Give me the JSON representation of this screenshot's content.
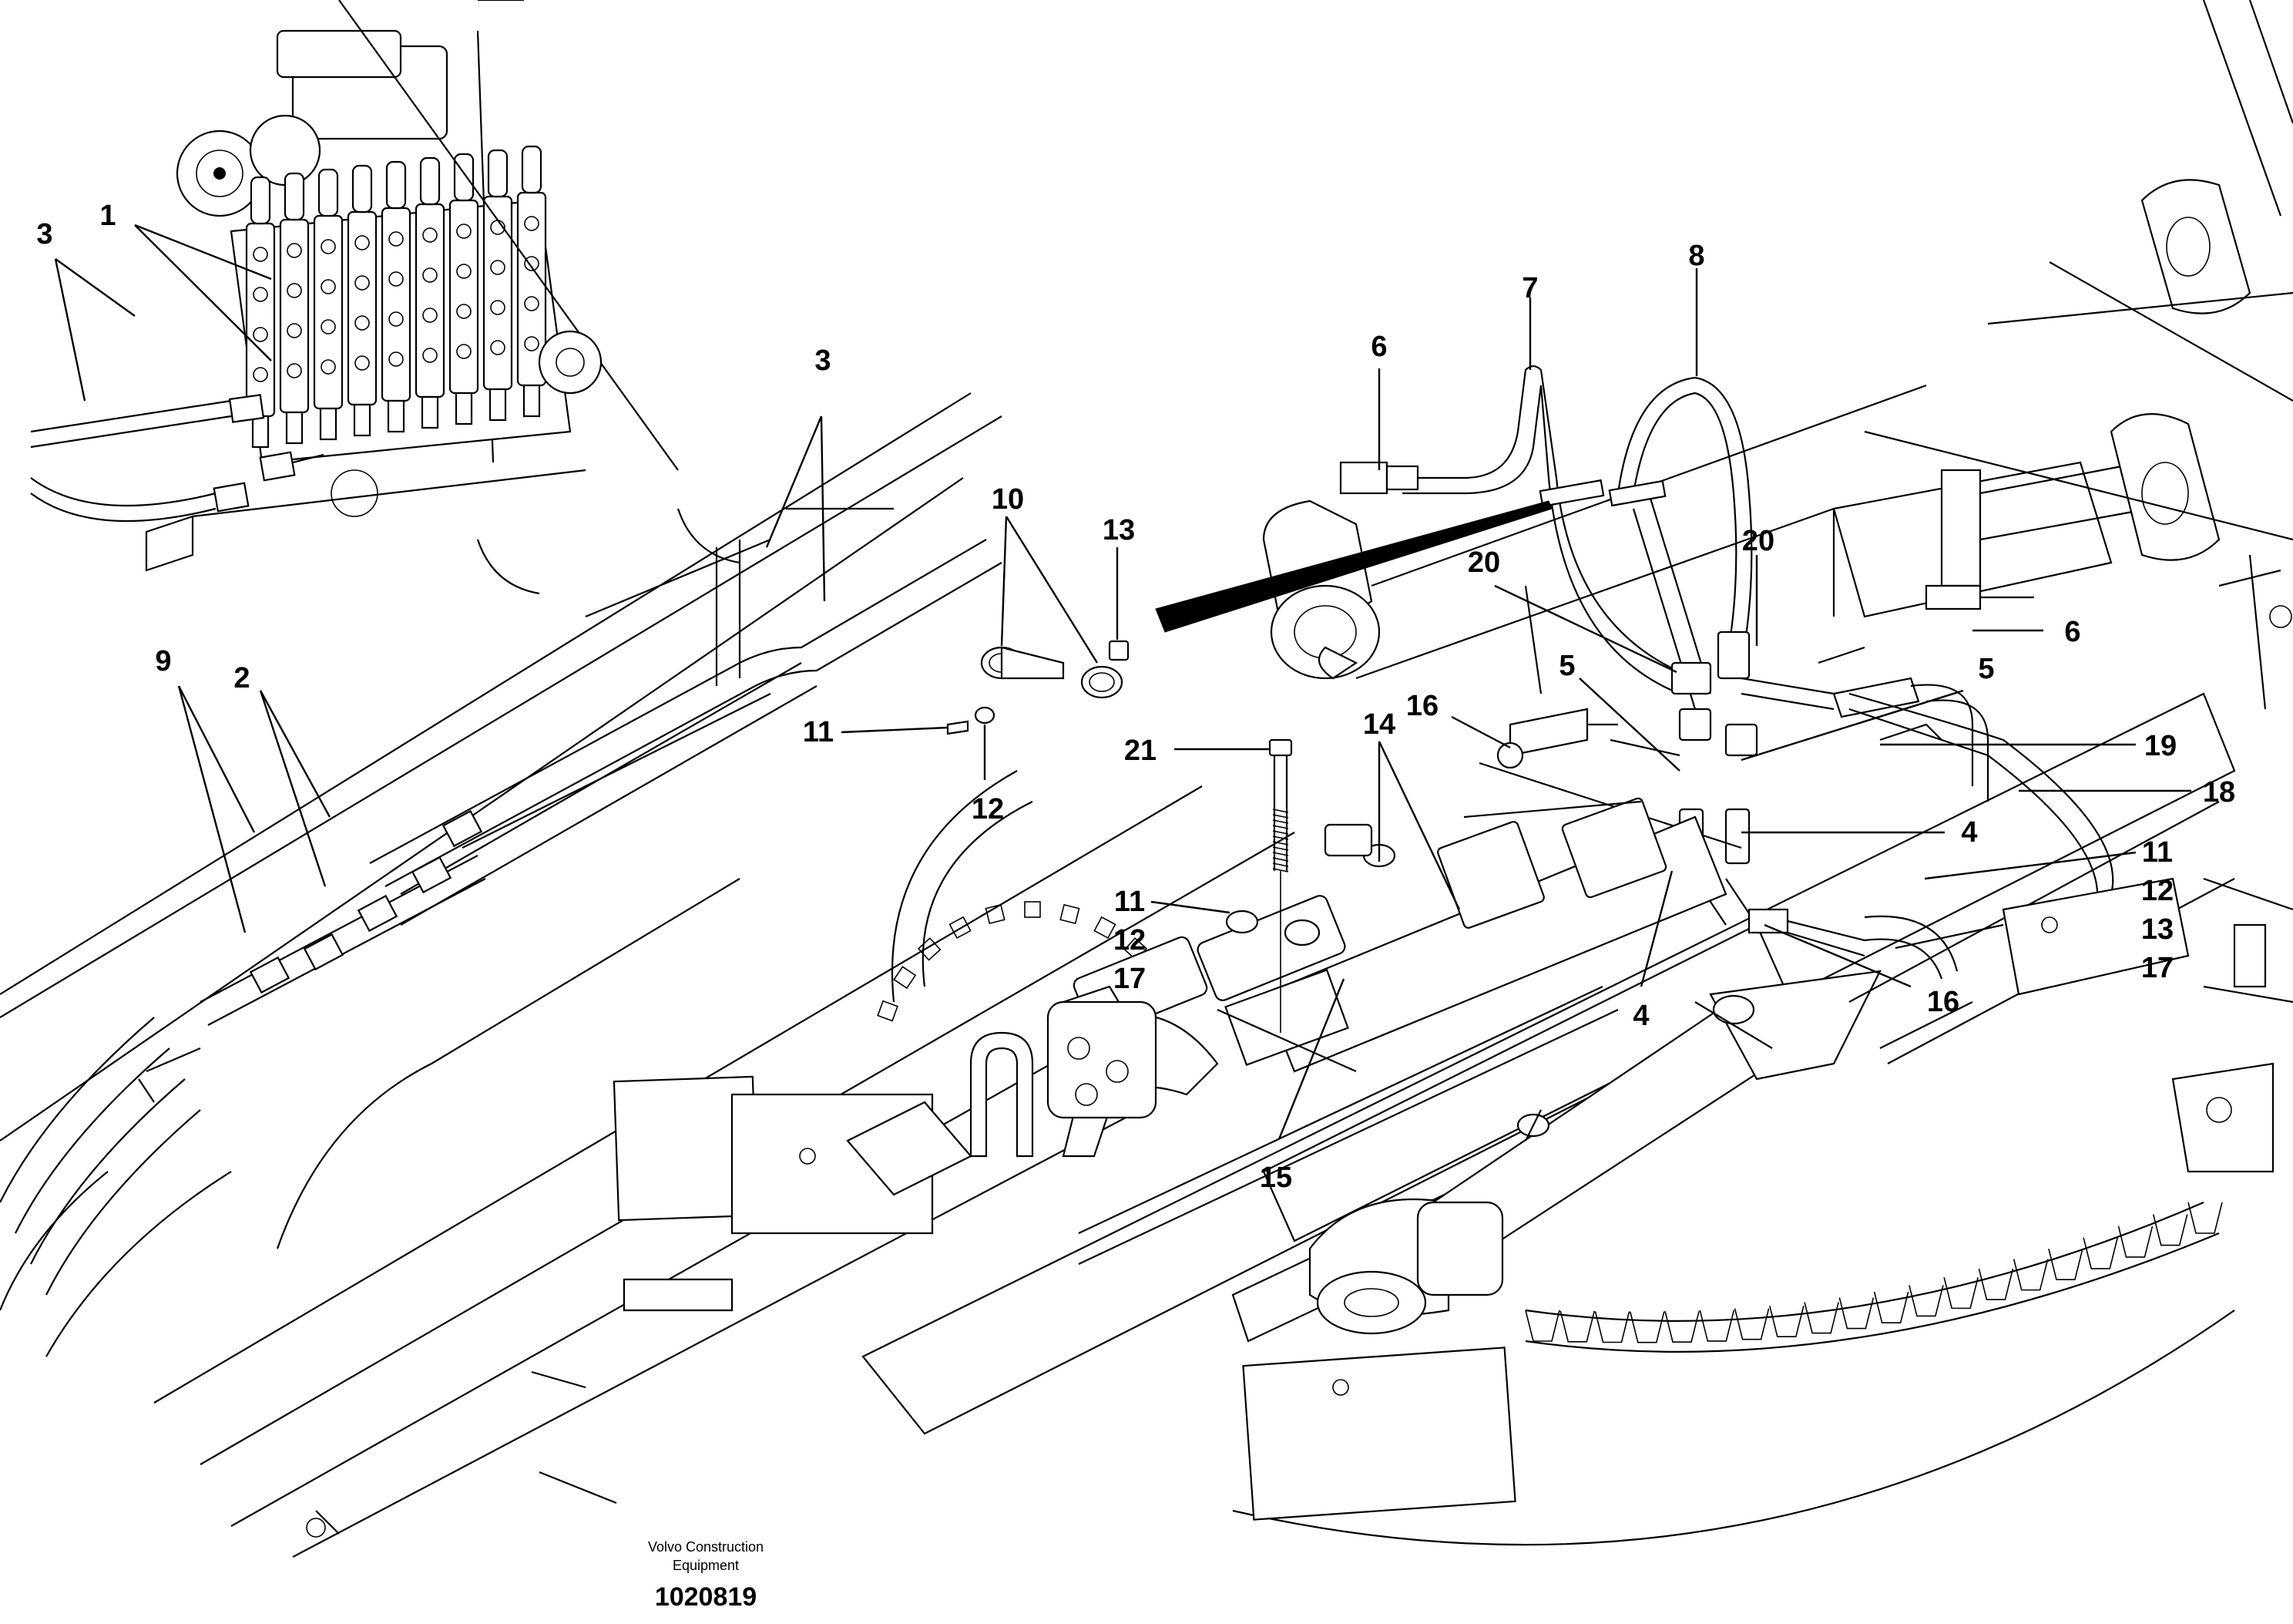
{
  "callouts": [
    {
      "id": "c1",
      "label": "1"
    },
    {
      "id": "c2",
      "label": "2"
    },
    {
      "id": "c3a",
      "label": "3"
    },
    {
      "id": "c3b",
      "label": "3"
    },
    {
      "id": "c4a",
      "label": "4"
    },
    {
      "id": "c4b",
      "label": "4"
    },
    {
      "id": "c5a",
      "label": "5"
    },
    {
      "id": "c5b",
      "label": "5"
    },
    {
      "id": "c6a",
      "label": "6"
    },
    {
      "id": "c6b",
      "label": "6"
    },
    {
      "id": "c7",
      "label": "7"
    },
    {
      "id": "c8",
      "label": "8"
    },
    {
      "id": "c9",
      "label": "9"
    },
    {
      "id": "c10",
      "label": "10"
    },
    {
      "id": "c11a",
      "label": "11"
    },
    {
      "id": "c11b",
      "label": "11"
    },
    {
      "id": "c11c",
      "label": "11"
    },
    {
      "id": "c12a",
      "label": "12"
    },
    {
      "id": "c12b",
      "label": "12"
    },
    {
      "id": "c12c",
      "label": "12"
    },
    {
      "id": "c13a",
      "label": "13"
    },
    {
      "id": "c13b",
      "label": "13"
    },
    {
      "id": "c14",
      "label": "14"
    },
    {
      "id": "c15",
      "label": "15"
    },
    {
      "id": "c16a",
      "label": "16"
    },
    {
      "id": "c16b",
      "label": "16"
    },
    {
      "id": "c17a",
      "label": "17"
    },
    {
      "id": "c17b",
      "label": "17"
    },
    {
      "id": "c18",
      "label": "18"
    },
    {
      "id": "c19",
      "label": "19"
    },
    {
      "id": "c20a",
      "label": "20"
    },
    {
      "id": "c20b",
      "label": "20"
    },
    {
      "id": "c21",
      "label": "21"
    }
  ],
  "footer": {
    "maker_line1": "Volvo Construction",
    "maker_line2": "Equipment",
    "drawing_number": "1020819"
  }
}
